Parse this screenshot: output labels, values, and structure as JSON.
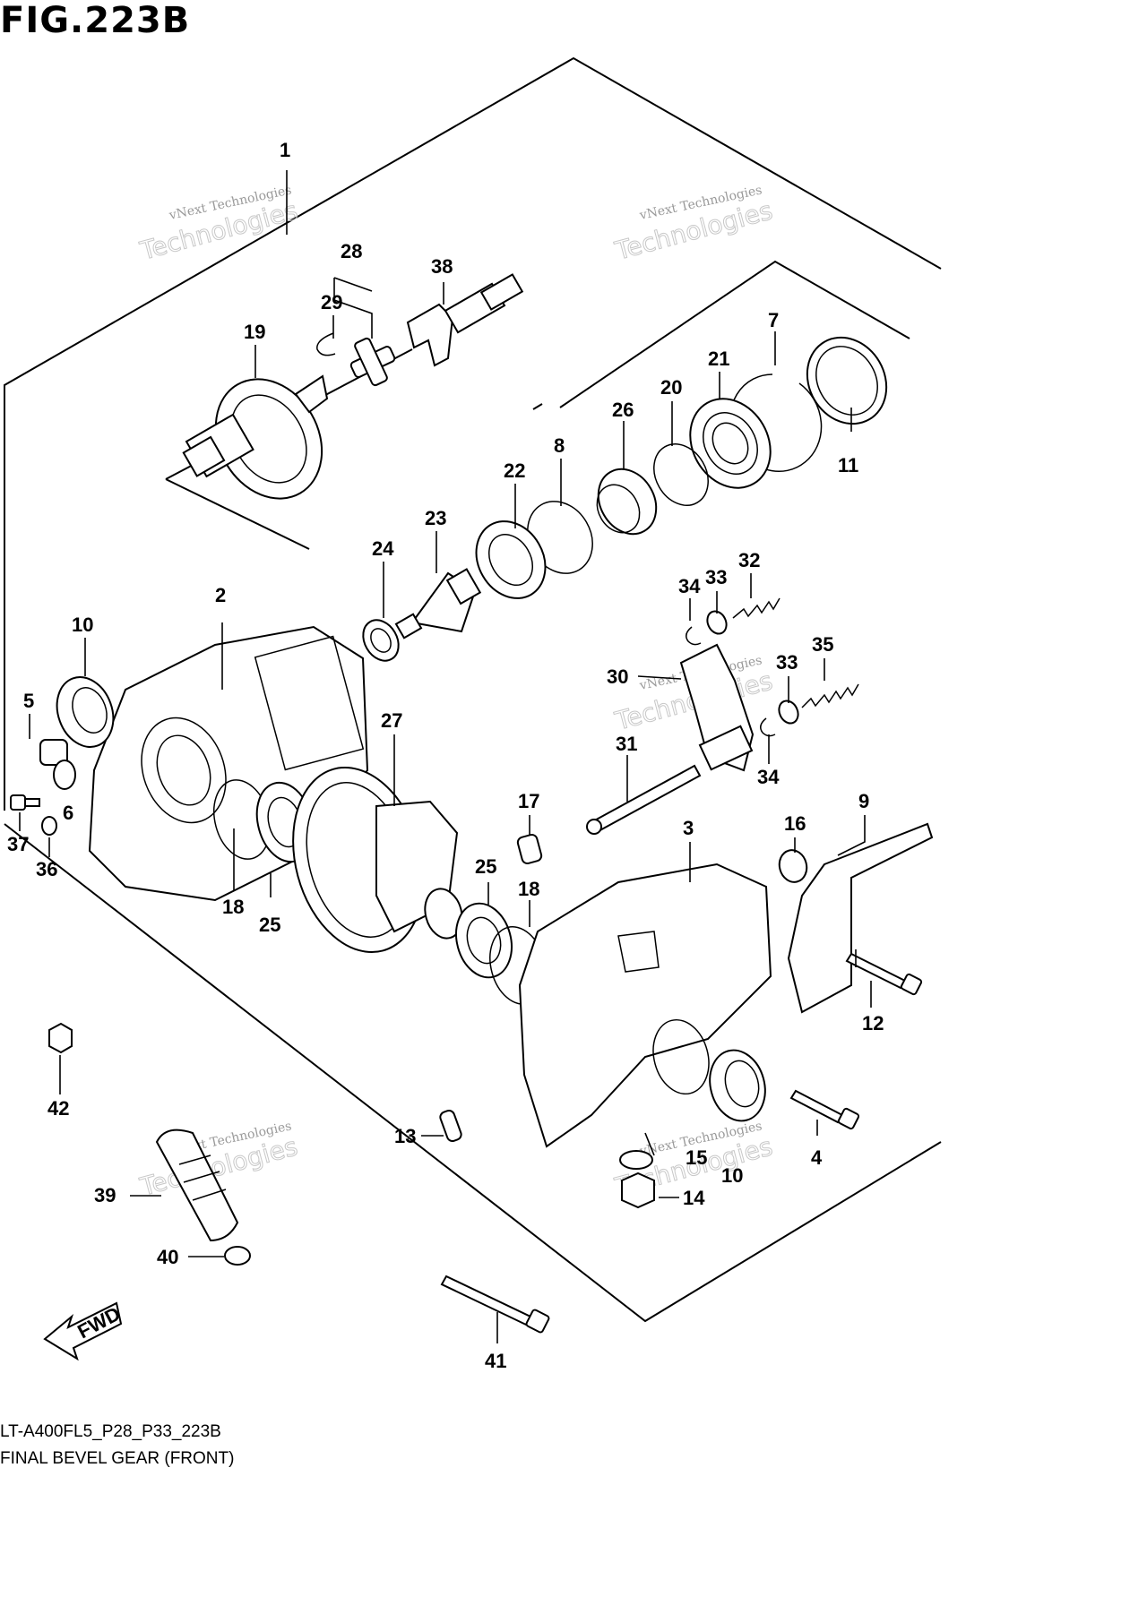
{
  "figure": {
    "title": "FIG.223B",
    "code": "LT-A400FL5_P28_P33_223B",
    "description": "FINAL BEVEL GEAR (FRONT)",
    "fwd_label": "FWD"
  },
  "watermark": {
    "line1": "vNext Technologies",
    "line2": "Technologies"
  },
  "parts": [
    "1",
    "2",
    "3",
    "4",
    "5",
    "6",
    "7",
    "8",
    "9",
    "10",
    "11",
    "12",
    "13",
    "14",
    "15",
    "16",
    "17",
    "18",
    "19",
    "20",
    "21",
    "22",
    "23",
    "24",
    "25",
    "26",
    "27",
    "28",
    "29",
    "30",
    "31",
    "32",
    "33",
    "34",
    "35",
    "36",
    "37",
    "38",
    "39",
    "40",
    "41",
    "42"
  ],
  "callouts": [
    {
      "id": "c1",
      "text": "1"
    },
    {
      "id": "c2",
      "text": "2"
    },
    {
      "id": "c3",
      "text": "3"
    },
    {
      "id": "c4",
      "text": "4"
    },
    {
      "id": "c5",
      "text": "5"
    },
    {
      "id": "c6",
      "text": "6"
    },
    {
      "id": "c7",
      "text": "7"
    },
    {
      "id": "c8",
      "text": "8"
    },
    {
      "id": "c9",
      "text": "9"
    },
    {
      "id": "c10a",
      "text": "10"
    },
    {
      "id": "c10b",
      "text": "10"
    },
    {
      "id": "c11",
      "text": "11"
    },
    {
      "id": "c12",
      "text": "12"
    },
    {
      "id": "c13",
      "text": "13"
    },
    {
      "id": "c14",
      "text": "14"
    },
    {
      "id": "c15",
      "text": "15"
    },
    {
      "id": "c16",
      "text": "16"
    },
    {
      "id": "c17",
      "text": "17"
    },
    {
      "id": "c18a",
      "text": "18"
    },
    {
      "id": "c18b",
      "text": "18"
    },
    {
      "id": "c19",
      "text": "19"
    },
    {
      "id": "c20",
      "text": "20"
    },
    {
      "id": "c21",
      "text": "21"
    },
    {
      "id": "c22",
      "text": "22"
    },
    {
      "id": "c23",
      "text": "23"
    },
    {
      "id": "c24",
      "text": "24"
    },
    {
      "id": "c25a",
      "text": "25"
    },
    {
      "id": "c25b",
      "text": "25"
    },
    {
      "id": "c26",
      "text": "26"
    },
    {
      "id": "c27",
      "text": "27"
    },
    {
      "id": "c28",
      "text": "28"
    },
    {
      "id": "c29",
      "text": "29"
    },
    {
      "id": "c30",
      "text": "30"
    },
    {
      "id": "c31",
      "text": "31"
    },
    {
      "id": "c32",
      "text": "32"
    },
    {
      "id": "c33a",
      "text": "33"
    },
    {
      "id": "c33b",
      "text": "33"
    },
    {
      "id": "c34a",
      "text": "34"
    },
    {
      "id": "c34b",
      "text": "34"
    },
    {
      "id": "c35",
      "text": "35"
    },
    {
      "id": "c36",
      "text": "36"
    },
    {
      "id": "c37",
      "text": "37"
    },
    {
      "id": "c38",
      "text": "38"
    },
    {
      "id": "c39",
      "text": "39"
    },
    {
      "id": "c40",
      "text": "40"
    },
    {
      "id": "c41",
      "text": "41"
    },
    {
      "id": "c42",
      "text": "42"
    }
  ]
}
